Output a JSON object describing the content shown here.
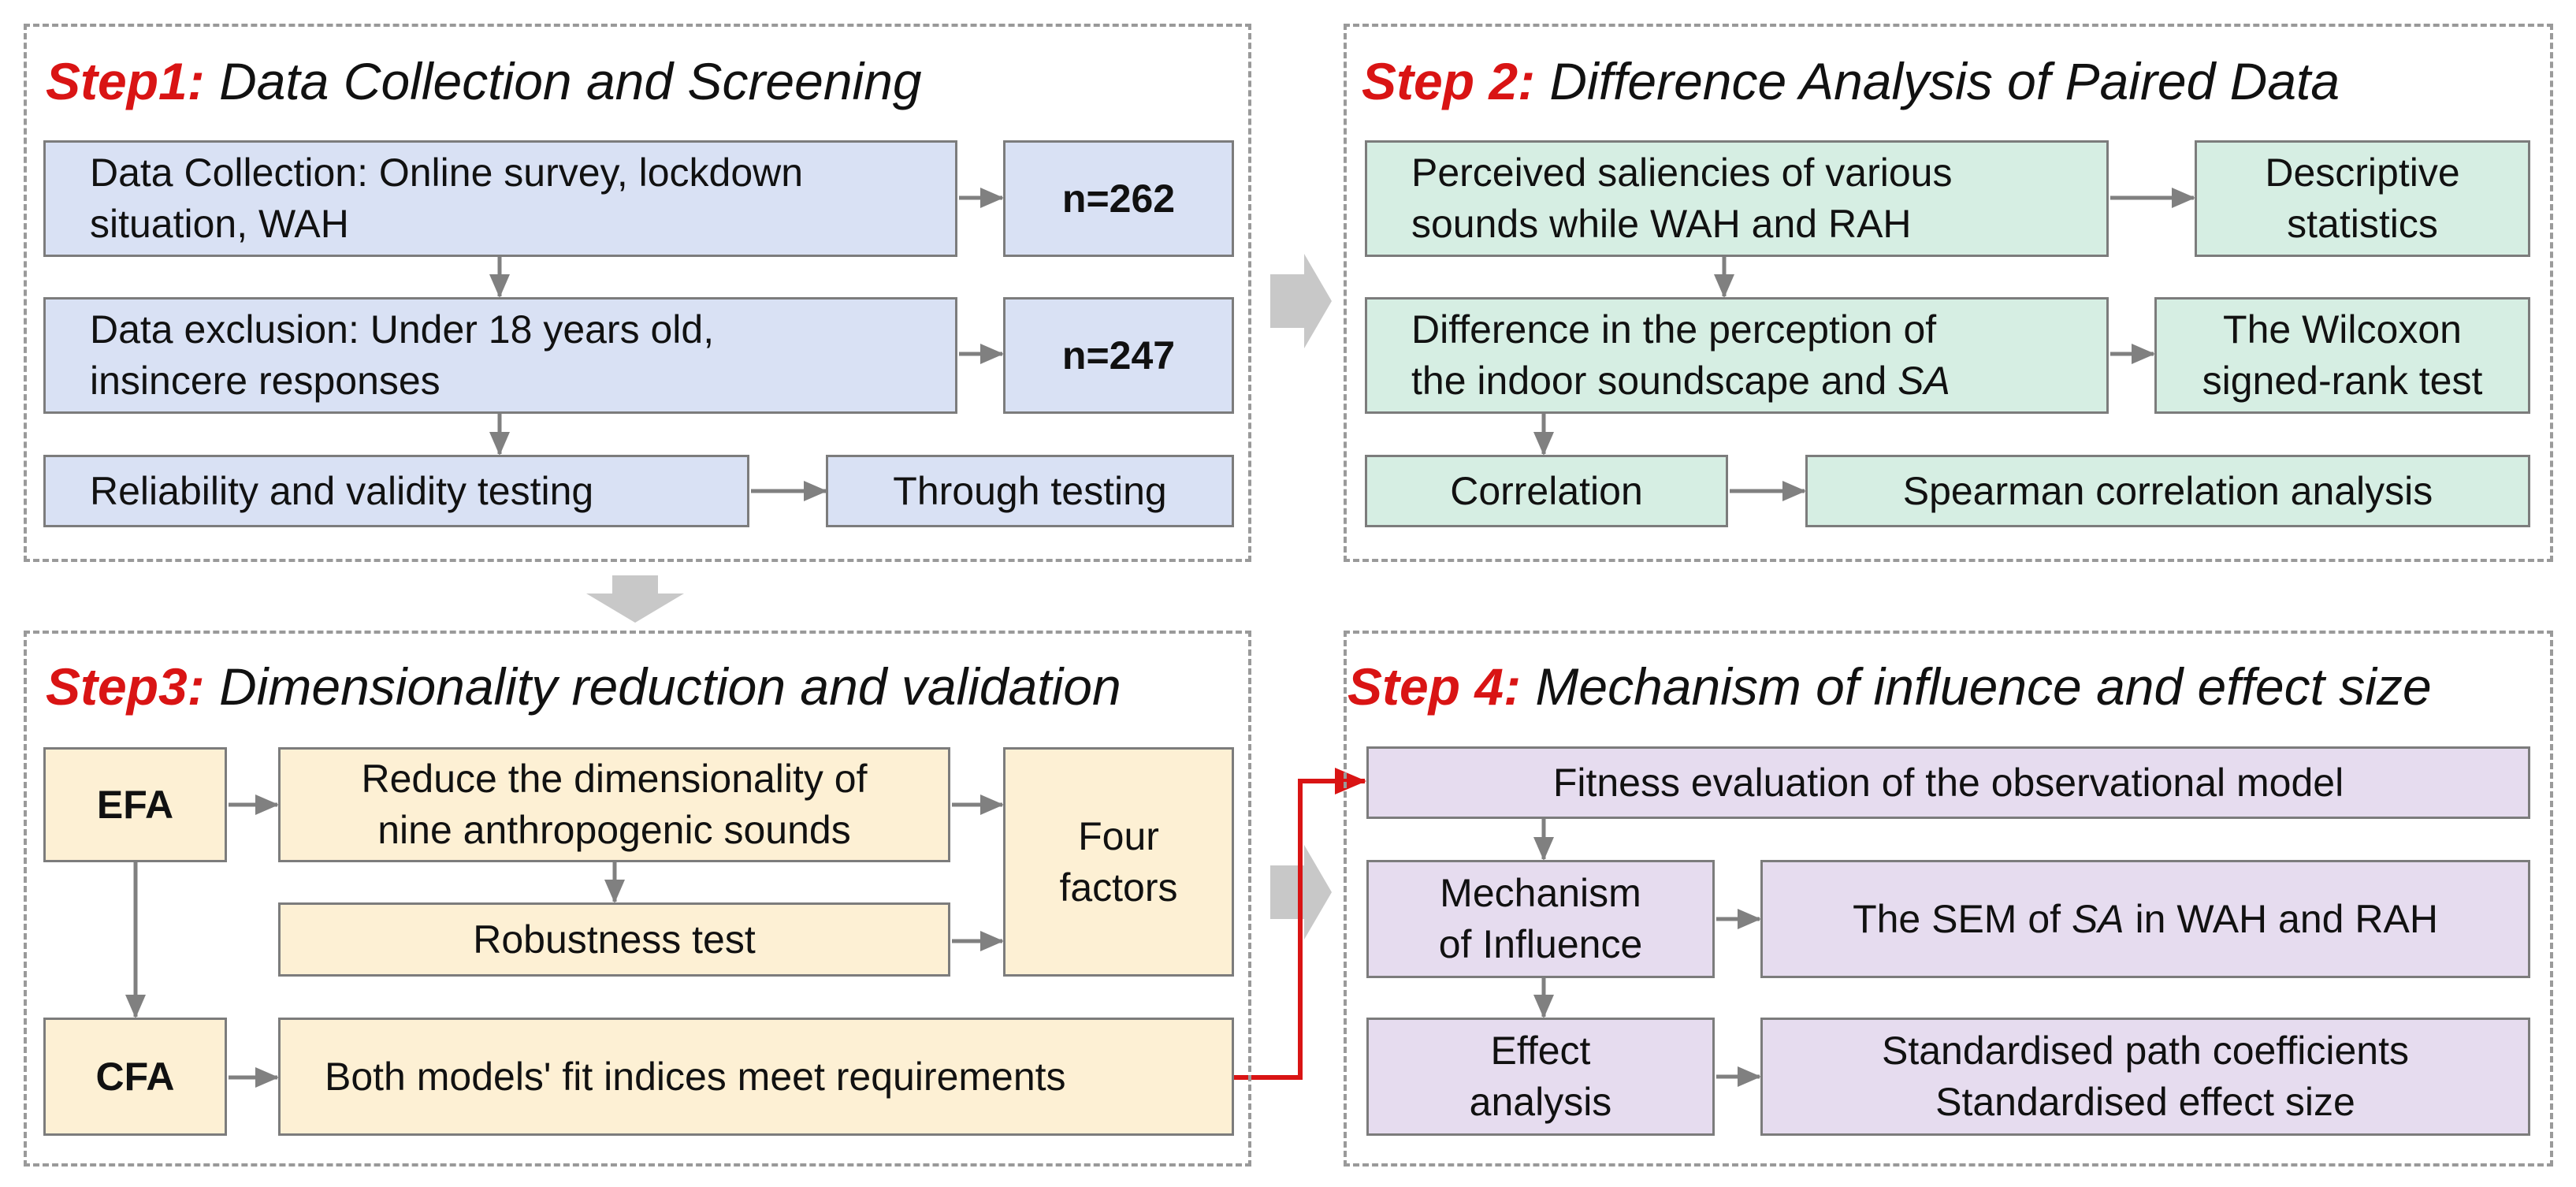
{
  "colors": {
    "step_label": "#d91414",
    "blue_fill": "#d9e1f4",
    "green_fill": "#d6eee3",
    "orange_fill": "#fdf0d4",
    "purple_fill": "#e6dcef",
    "arrow": "#808080",
    "highlight_arrow": "#d91414",
    "panel_border": "#9a9a9a"
  },
  "step1": {
    "label": "Step1:",
    "title": "Data Collection and Screening",
    "collection": "Data Collection: Online survey, lockdown\nsituation, WAH",
    "n1": "n=262",
    "exclusion": "Data exclusion: Under 18 years old,\ninsincere responses",
    "n2": "n=247",
    "reliability": "Reliability and validity testing",
    "through": "Through testing"
  },
  "step2": {
    "label": "Step 2:",
    "title": "Difference Analysis of Paired Data",
    "perceived": "Perceived saliencies of various\nsounds while WAH and RAH",
    "descriptive": "Descriptive\nstatistics",
    "difference_line1": "Difference in the perception of",
    "difference_line2_a": "the indoor soundscape and ",
    "difference_line2_sa": "SA",
    "wilcoxon": "The Wilcoxon\nsigned-rank test",
    "correlation": "Correlation",
    "spearman": "Spearman correlation analysis"
  },
  "step3": {
    "label": "Step3:",
    "title": "Dimensionality reduction and validation",
    "efa": "EFA",
    "reduce": "Reduce the dimensionality of\nnine anthropogenic sounds",
    "factors": "Four\nfactors",
    "robustness": "Robustness test",
    "cfa": "CFA",
    "fit": "Both models' fit indices meet requirements"
  },
  "step4": {
    "label": "Step 4:",
    "title": "Mechanism of influence and effect size",
    "fitness": "Fitness evaluation of the observational model",
    "mechanism": "Mechanism\nof Influence",
    "sem_a": "The SEM of ",
    "sem_sa": "SA",
    "sem_b": " in WAH and RAH",
    "effect": "Effect\nanalysis",
    "coefficients": "Standardised path coefficients\nStandardised effect size"
  }
}
